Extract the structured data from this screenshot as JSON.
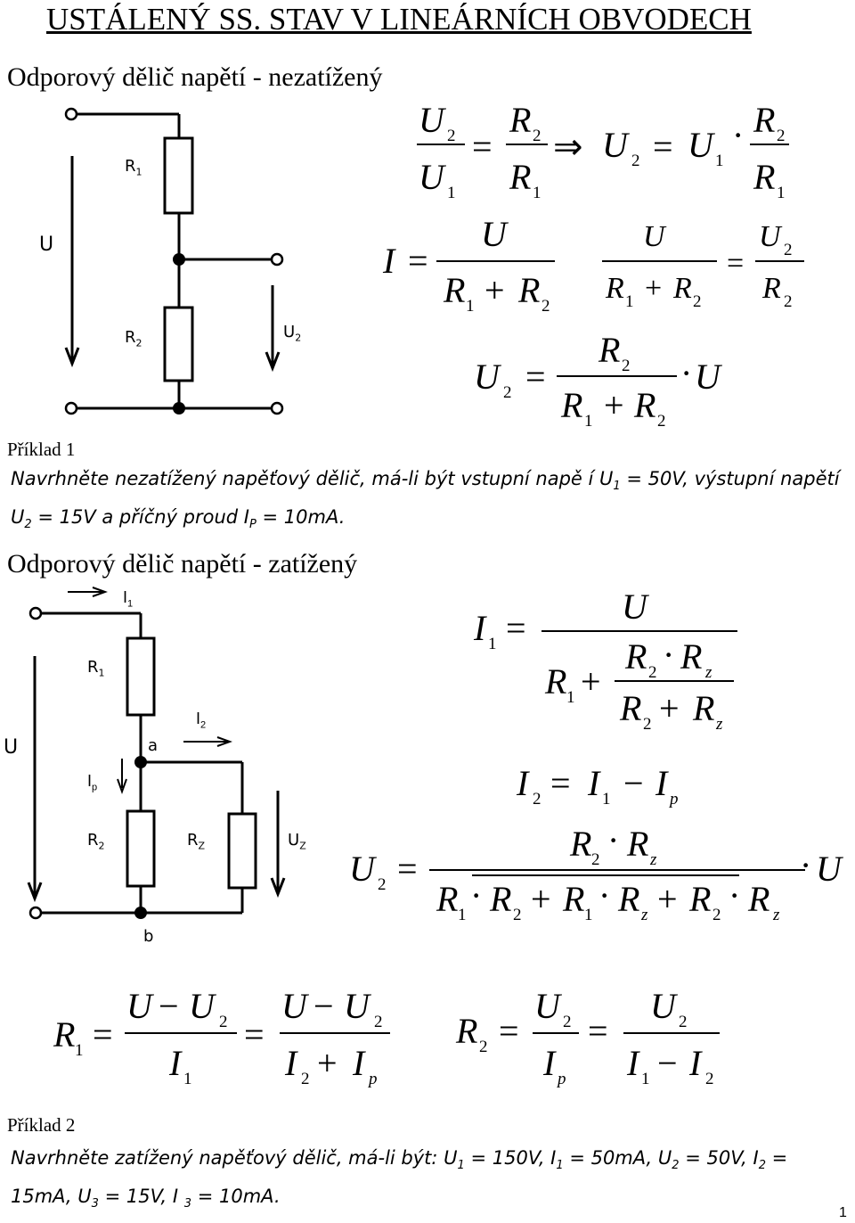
{
  "title": "USTÁLENÝ SS. STAV V LINEÁRNÍCH OBVODECH",
  "section1": {
    "heading": "Odporový dělič napětí - nezatížený",
    "circuit_labels": {
      "U": "U",
      "R1": "R",
      "R1_sub": "1",
      "R2": "R",
      "R2_sub": "2",
      "U2": "U",
      "U2_sub": "2"
    },
    "example": {
      "title": "Příklad 1",
      "text_parts": [
        "Navrhněte nezatížený napěťový dělič, má-li být vstupní napě í U",
        "1",
        " = 50V, výstupní napětí U",
        "2",
        " = 15V a příčný proud I",
        "P",
        " = 10mA."
      ]
    }
  },
  "section2": {
    "heading": "Odporový dělič napětí - zatížený",
    "circuit_labels": {
      "I1": "I",
      "I1_sub": "1",
      "I2": "I",
      "I2_sub": "2",
      "Ip": "I",
      "Ip_sub": "p",
      "U": "U",
      "R1": "R",
      "R1_sub": "1",
      "R2": "R",
      "R2_sub": "2",
      "Rz": "R",
      "Rz_sub": "Z",
      "Uz": "U",
      "Uz_sub": "Z",
      "a": "a",
      "b": "b"
    },
    "example": {
      "title": "Příklad 2",
      "text_parts": [
        "Navrhněte zatížený napěťový dělič, má-li být: U",
        "1",
        " = 150V, I",
        "1",
        " = 50mA, U",
        "2",
        " = 50V, I",
        "2",
        " = 15mA, U",
        "3",
        " = 15V, I ",
        "3",
        " = 10mA."
      ]
    }
  },
  "page_number": "1"
}
